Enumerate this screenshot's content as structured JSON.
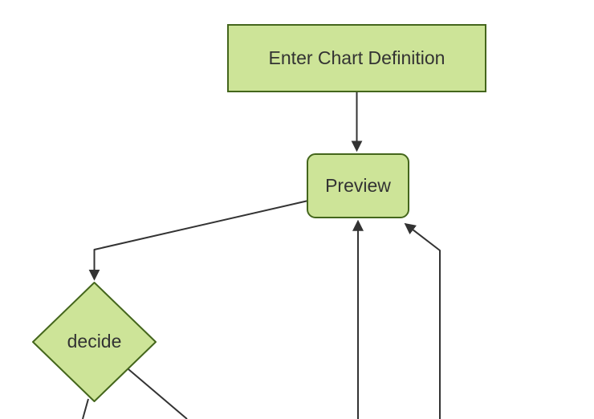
{
  "diagram": {
    "kind": "flowchart",
    "direction": "top-down",
    "nodes": [
      {
        "id": "A",
        "label": "Enter Chart Definition",
        "shape": "rectangle"
      },
      {
        "id": "B",
        "label": "Preview",
        "shape": "rounded-rectangle"
      },
      {
        "id": "C",
        "label": "decide",
        "shape": "diamond"
      }
    ],
    "edges": [
      {
        "from": "A",
        "to": "B",
        "arrowhead": true
      },
      {
        "from": "B",
        "to": "C",
        "arrowhead": true
      },
      {
        "from": "offscreen-bottom (cut off at canvas edge)",
        "to": "B",
        "arrowhead": true
      },
      {
        "from": "offscreen-bottom-right (cut off at canvas edge)",
        "to": "B",
        "arrowhead": true
      },
      {
        "from": "C",
        "to": "offscreen-bottom (cut off at canvas edge)",
        "arrowhead": false
      },
      {
        "from": "C",
        "to": "offscreen-bottom-right (cut off at canvas edge)",
        "arrowhead": false
      }
    ],
    "colors": {
      "node_fill": "#cde498",
      "node_border": "#44661c",
      "edge": "#333333",
      "text": "#333333",
      "background": "#ffffff"
    }
  }
}
